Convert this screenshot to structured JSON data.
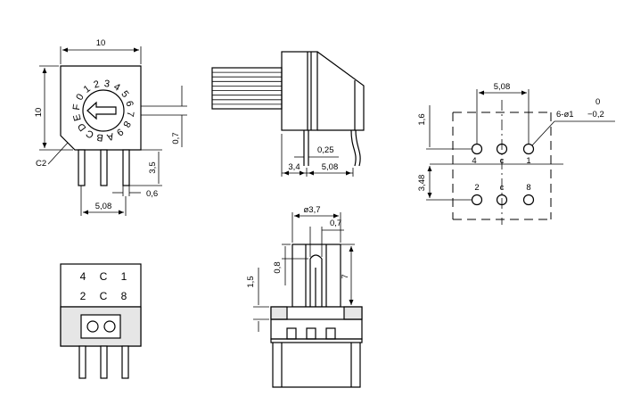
{
  "front_view": {
    "width_dim": "10",
    "height_dim": "10",
    "chamfer_label": "C2",
    "pin_pitch_dim": "5,08",
    "pin_width_dim": "0,6",
    "pin_length_dim": "3,5",
    "offset_dim": "0,7",
    "dial_digits": [
      "0",
      "1",
      "2",
      "3",
      "4",
      "5",
      "6",
      "7",
      "8",
      "9",
      "A",
      "B",
      "C",
      "D",
      "E",
      "F"
    ]
  },
  "side_view": {
    "pin_dim": "0,25",
    "left_offset_dim": "3,4",
    "pitch_dim": "5,08"
  },
  "pcb_layout": {
    "pitch_dim": "5,08",
    "row_offset_dim": "1,6",
    "row_spacing_dim": "3,48",
    "hole_note": "6-ø1",
    "tol_upper": "0",
    "tol_lower": "−0,2",
    "top_row_labels": [
      "4",
      "c",
      "1"
    ],
    "bottom_row_labels": [
      "2",
      "c",
      "8"
    ]
  },
  "bottom_view": {
    "top_row_labels": [
      "4",
      "C",
      "1"
    ],
    "bottom_row_labels": [
      "2",
      "C",
      "8"
    ]
  },
  "elevation_view": {
    "shaft_dia_dim": "ø3,7",
    "slot_dim": "0,7",
    "top_dim": "0,8",
    "base_dim": "1,5",
    "height_dim": "7"
  }
}
